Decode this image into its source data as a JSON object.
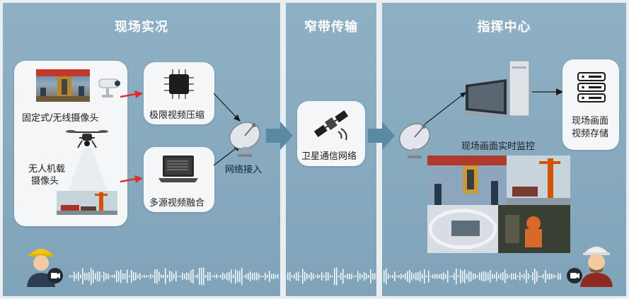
{
  "sections": {
    "site": {
      "title": "现场实况"
    },
    "narrowband": {
      "title": "窄带传输"
    },
    "command": {
      "title": "指挥中心"
    }
  },
  "nodes": {
    "fixed_camera": "固定式/无线摄像头",
    "drone_camera_line1": "无人机载",
    "drone_camera_line2": "摄像头",
    "video_compression": "极限视频压缩",
    "multi_source_fusion": "多源视频融合",
    "network_access": "网络接入",
    "satellite_network": "卫星通信网络",
    "realtime_monitor": "现场画面实时监控",
    "storage_line1": "现场画面",
    "storage_line2": "视频存储"
  },
  "icons": {
    "camera": "cctv-camera-icon",
    "drone": "drone-icon",
    "chip": "chip-icon",
    "laptop": "laptop-icon",
    "dish": "satellite-dish-icon",
    "satellite": "satellite-icon",
    "server": "server-icon",
    "computer": "desktop-computer-icon",
    "worker": "worker-avatar-icon",
    "video": "video-camera-icon"
  },
  "colors": {
    "panel": "#8fb0c4",
    "arrow_red": "#d9302c",
    "flow_arrow": "#5b88a3",
    "card": "#f4f6f8"
  }
}
